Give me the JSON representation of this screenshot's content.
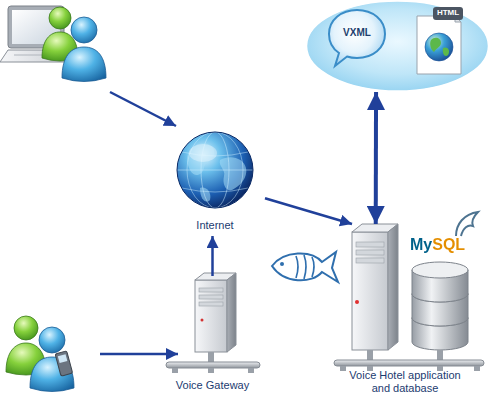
{
  "diagram": {
    "nodes": [
      {
        "text": [
          "VXML",
          "HTML"
        ]
      },
      {
        "text": [
          "Internet"
        ]
      },
      {
        "text": [
          "Voice Gateway"
        ]
      },
      {
        "text": [
          "Voice Hotel application and database"
        ]
      }
    ],
    "edges": [
      {
        "from": 2,
        "to": 1,
        "arrow": "to"
      },
      {
        "from": 1,
        "to": 3,
        "arrow": "to"
      },
      {
        "from": 3,
        "to": 0,
        "arrow": "both"
      }
    ],
    "labels": [
      "MySQL"
    ]
  }
}
